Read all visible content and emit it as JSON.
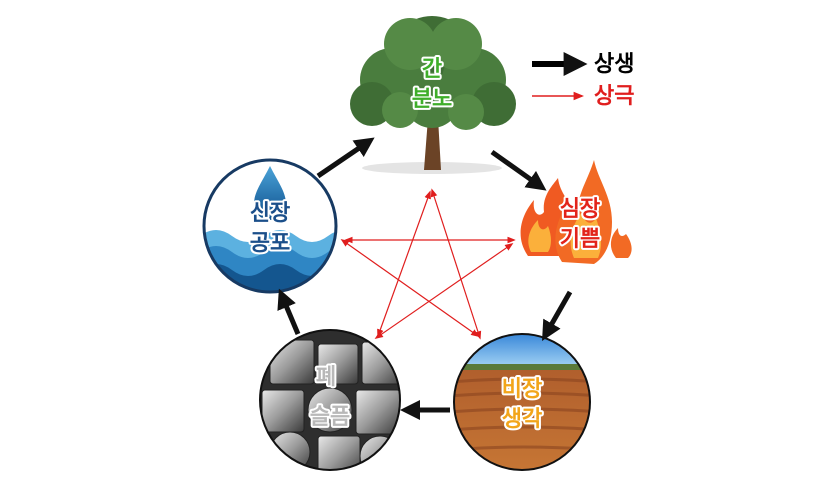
{
  "legend": {
    "generating": {
      "label": "상생",
      "color": "#000000"
    },
    "controlling": {
      "label": "상극",
      "color": "#e01e1e"
    }
  },
  "elements": {
    "wood": {
      "organ": "간",
      "emotion": "분노",
      "color": "#3fae2a",
      "icon": "tree"
    },
    "fire": {
      "organ": "심장",
      "emotion": "기쁨",
      "color": "#e2231a",
      "icon": "flames"
    },
    "earth": {
      "organ": "비장",
      "emotion": "생각",
      "color": "#f2a51a",
      "icon": "plowed-field"
    },
    "metal": {
      "organ": "폐",
      "emotion": "슬픔",
      "color": "#b8b8b8",
      "icon": "metal-bars"
    },
    "water": {
      "organ": "신장",
      "emotion": "공포",
      "color": "#1b4f8a",
      "icon": "water-drop-waves"
    }
  }
}
